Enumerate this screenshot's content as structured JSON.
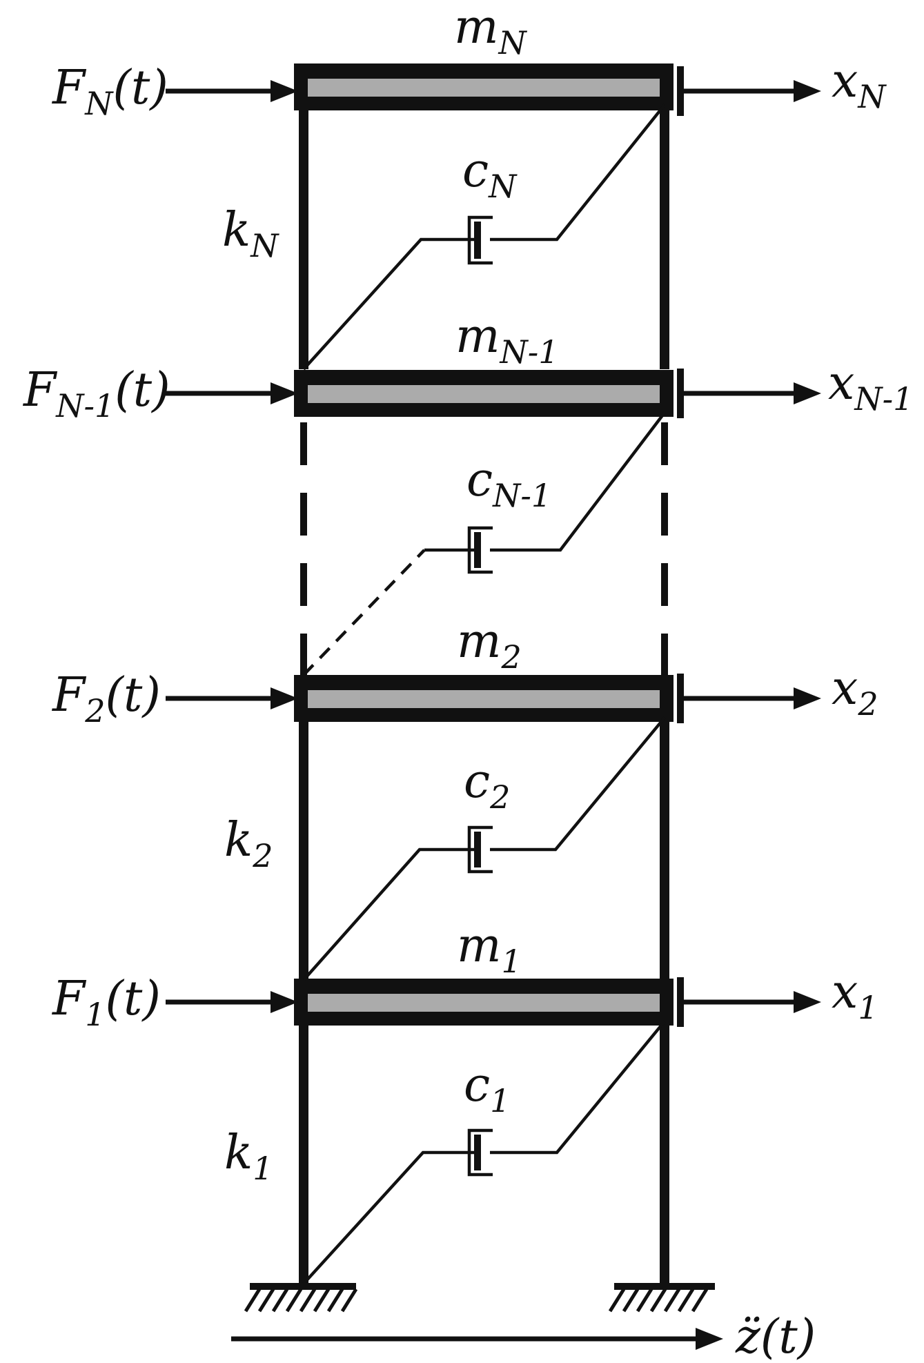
{
  "floors": {
    "N": {
      "mass": "m",
      "mass_sub": "N",
      "force": "F",
      "force_sub": "N",
      "force_tail": "(t)",
      "disp": "x",
      "disp_sub": "N"
    },
    "Nm1": {
      "mass": "m",
      "mass_sub": "N-1",
      "force": "F",
      "force_sub": "N-1",
      "force_tail": "(t)",
      "disp": "x",
      "disp_sub": "N-1"
    },
    "two": {
      "mass": "m",
      "mass_sub": "2",
      "force": "F",
      "force_sub": "2",
      "force_tail": "(t)",
      "disp": "x",
      "disp_sub": "2"
    },
    "one": {
      "mass": "m",
      "mass_sub": "1",
      "force": "F",
      "force_sub": "1",
      "force_tail": "(t)",
      "disp": "x",
      "disp_sub": "1"
    }
  },
  "stories": {
    "N": {
      "spring": "k",
      "spring_sub": "N",
      "damper": "c",
      "damper_sub": "N"
    },
    "Nm1": {
      "damper": "c",
      "damper_sub": "N-1"
    },
    "two": {
      "spring": "k",
      "spring_sub": "2",
      "damper": "c",
      "damper_sub": "2"
    },
    "one": {
      "spring": "k",
      "spring_sub": "1",
      "damper": "c",
      "damper_sub": "1"
    }
  },
  "ground": {
    "accel": "z̈(t)"
  }
}
